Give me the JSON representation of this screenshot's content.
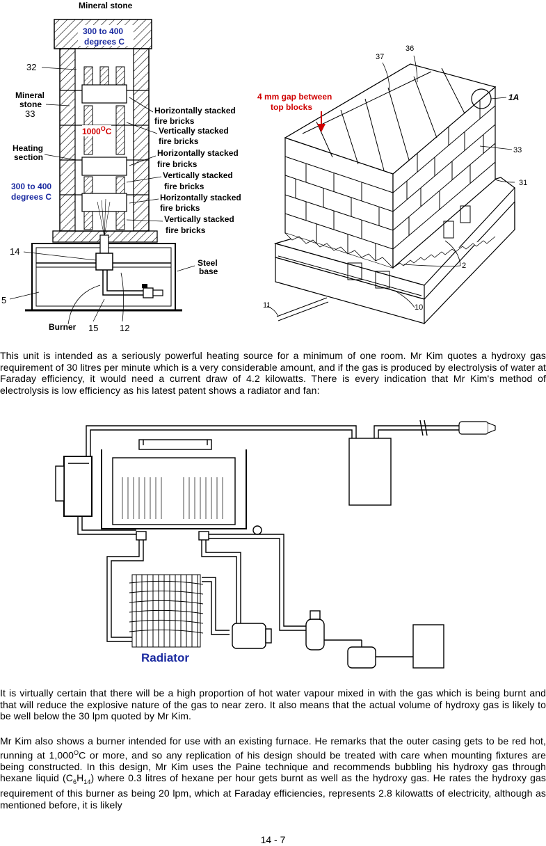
{
  "fig1": {
    "mineral_stone_top": "Mineral stone",
    "temp_top_line1": "300 to 400",
    "temp_top_line2": "degrees C",
    "ref_32": "32",
    "mineral_stone_side_line1": "Mineral",
    "mineral_stone_side_line2": "stone",
    "ref_33": "33",
    "heating_line1": "Heating",
    "heating_line2": "section",
    "temp_side_line1": "300 to 400",
    "temp_side_line2": "degrees C",
    "center_temp_value": "1000",
    "center_temp_sup": "O",
    "center_temp_unit": "C",
    "stack_labels": [
      "Horizontally stacked",
      "fire bricks",
      "Vertically stacked",
      "fire bricks",
      "Horizontally stacked",
      "fire bricks",
      "Vertically stacked",
      "fire bricks",
      "Horizontally stacked",
      "fire bricks",
      "Vertically stacked",
      "fire bricks"
    ],
    "ref_14": "14",
    "steel_base_line1": "Steel",
    "steel_base_line2": "base",
    "ref_5": "5",
    "burner": "Burner",
    "ref_15": "15",
    "ref_12": "12"
  },
  "fig2": {
    "gap_line1": "4 mm gap between",
    "gap_line2": "top blocks",
    "ref_37": "37",
    "ref_36": "36",
    "ref_1A": "1A",
    "ref_33": "33",
    "ref_31": "31",
    "ref_2": "2",
    "ref_11": "11",
    "ref_10": "10"
  },
  "paragraph1": "This unit is intended as a seriously powerful heating source for a minimum of one room.  Mr Kim quotes a hydroxy gas requirement of 30 litres per minute which is a very considerable amount, and if the gas is produced by electrolysis of water at Faraday efficiency, it would need a current draw of 4.2 kilowatts.  There is every indication that Mr Kim's method of electrolysis is low efficiency as his latest patent shows a radiator and fan:",
  "fig3": {
    "radiator_label": "Radiator"
  },
  "paragraph2": "It is virtually certain that there will be a high proportion of hot water vapour mixed in with the gas which is being burnt and that will reduce the explosive nature of the gas to near zero.  It also means that the actual volume of hydroxy gas is likely to be well below the 30 lpm quoted by Mr Kim.",
  "paragraph3": {
    "part1": "Mr Kim also shows a burner intended for use with an existing furnace.  He remarks that the outer casing gets to be red hot, running at 1,000",
    "sup": "O",
    "part2": "C or more, and so any replication of his design should be treated with care when mounting fixtures are being constructed.  In this design, Mr Kim uses the Paine technique and recommends bubbling his hydroxy gas through hexane liquid (C",
    "sub1": "6",
    "mid": "H",
    "sub2": "14",
    "part3": ") where 0.3 litres of hexane per hour gets burnt as well as the hydroxy gas.  He rates the hydroxy gas requirement of this burner as being 20 lpm, which at Faraday efficiencies, represents 2.8 kilowatts of electricity, although as mentioned before, it is likely"
  },
  "page_number": "14 - 7",
  "colors": {
    "blue_label": "#1a2aa0",
    "red_label": "#d00000"
  }
}
